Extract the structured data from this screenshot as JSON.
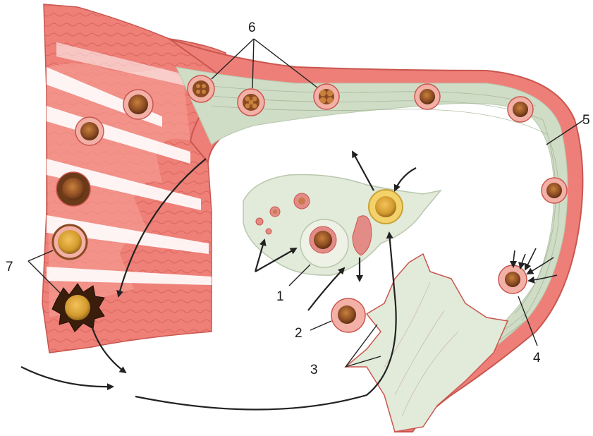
{
  "diagram": {
    "labels": {
      "l1": "1",
      "l2": "2",
      "l3": "3",
      "l4": "4",
      "l5": "5",
      "l6": "6",
      "l7": "7"
    }
  },
  "colors": {
    "wall": "#ee7f78",
    "wall_dark": "#c9564f",
    "wall_light": "#f6b0a6",
    "lumen": "#cfdcc6",
    "embryo": "#8a4a22",
    "embryo_ring": "#e38b86",
    "ovary": "#e2ead9",
    "arrow": "#222222"
  }
}
